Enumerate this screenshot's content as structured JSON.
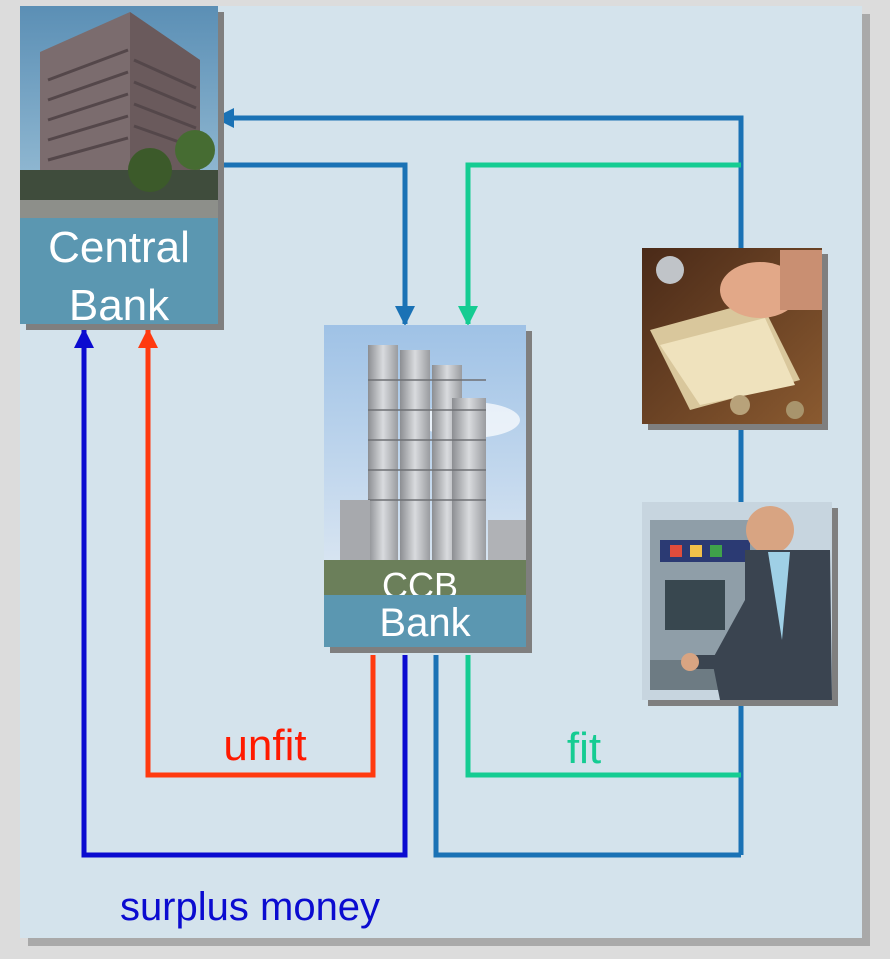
{
  "nodes": {
    "central_bank": {
      "label_line1": "Central",
      "label_line2": "Bank",
      "image": "central-bank-building"
    },
    "bank": {
      "label": "Bank",
      "overlaid_text": "CCB",
      "image": "commercial-bank-tower"
    },
    "cash_handling": {
      "image": "hands-counting-banknotes"
    },
    "atm_user": {
      "image": "man-using-atm"
    }
  },
  "flows": {
    "unfit": "unfit",
    "fit": "fit",
    "surplus": "surplus money"
  },
  "colors": {
    "background": "#d4e3ec",
    "label_box": "#5b97b1",
    "flow_blue": "#1a72b5",
    "flow_green": "#15cc92",
    "flow_red": "#ff3a0f",
    "flow_navy": "#0b0bd0"
  }
}
